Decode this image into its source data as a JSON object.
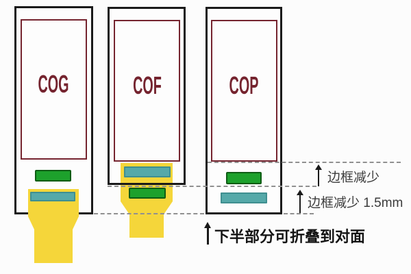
{
  "diagram": {
    "panels": [
      {
        "label": "COG"
      },
      {
        "label": "COF"
      },
      {
        "label": "COP"
      }
    ],
    "annotations": {
      "bezel_reduced": "边框减少",
      "bezel_reduced_mm": "边框减少 1.5mm",
      "fold_note": "下半部分可折叠到对面"
    },
    "icons": {
      "up_arrow": "↑"
    },
    "colors": {
      "chip_green": "#1da12c",
      "chip_green_border": "#0e5c14",
      "connector_teal": "#55a9a9",
      "connector_teal_border": "#3f8f90",
      "cable_yellow": "#f5d63a",
      "panel_border": "#1a1a1a",
      "screen_border": "#75242f",
      "label_maroon": "#75242f",
      "dashed_line": "#909090",
      "annotation_text": "#3b3b3b"
    }
  }
}
